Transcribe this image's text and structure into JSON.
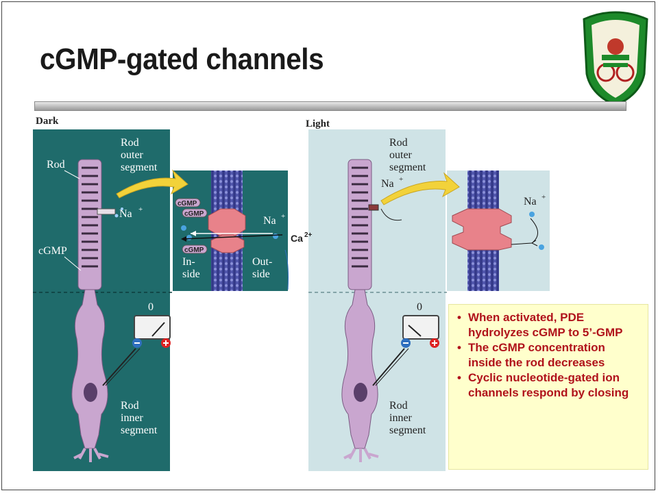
{
  "slide": {
    "title": "cGMP-gated channels",
    "calcium_label": "Ca",
    "calcium_charge": "2+"
  },
  "panels": {
    "dark": {
      "heading": "Dark",
      "label_rod": "Rod",
      "label_outer_1": "Rod",
      "label_outer_2": "outer",
      "label_outer_3": "segment",
      "label_cgmp": "cGMP",
      "label_na": "Na",
      "label_na_plus": "+",
      "label_meter_zero": "0",
      "label_inner_1": "Rod",
      "label_inner_2": "inner",
      "label_inner_3": "segment",
      "inset_cgmp_1": "cGMP",
      "inset_cgmp_2": "cGMP",
      "inset_cgmp_3": "cGMP",
      "inset_na": "Na",
      "inset_na_plus": "+",
      "inset_inside_1": "In-",
      "inset_inside_2": "side",
      "inset_outside_1": "Out-",
      "inset_outside_2": "side"
    },
    "light": {
      "heading": "Light",
      "label_outer_1": "Rod",
      "label_outer_2": "outer",
      "label_outer_3": "segment",
      "label_na": "Na",
      "label_na_plus": "+",
      "label_meter_zero": "0",
      "label_inner_1": "Rod",
      "label_inner_2": "inner",
      "label_inner_3": "segment",
      "inset_na": "Na",
      "inset_na_plus": "+"
    }
  },
  "bullets": [
    "When activated, PDE hydrolyzes cGMP to 5’-GMP",
    " The cGMP concentration inside the rod decreases",
    "Cyclic nucleotide-gated ion channels respond by closing"
  ],
  "colors": {
    "dark_bg": "#1f6b6b",
    "light_bg": "#cfe3e6",
    "cell": "#c9a6cf",
    "channel": "#e8828a",
    "membrane": "#3a3f8f",
    "bullet_text": "#b0121b",
    "textbox_bg": "#ffffcc",
    "arrow_yellow": "#f2d23a"
  }
}
